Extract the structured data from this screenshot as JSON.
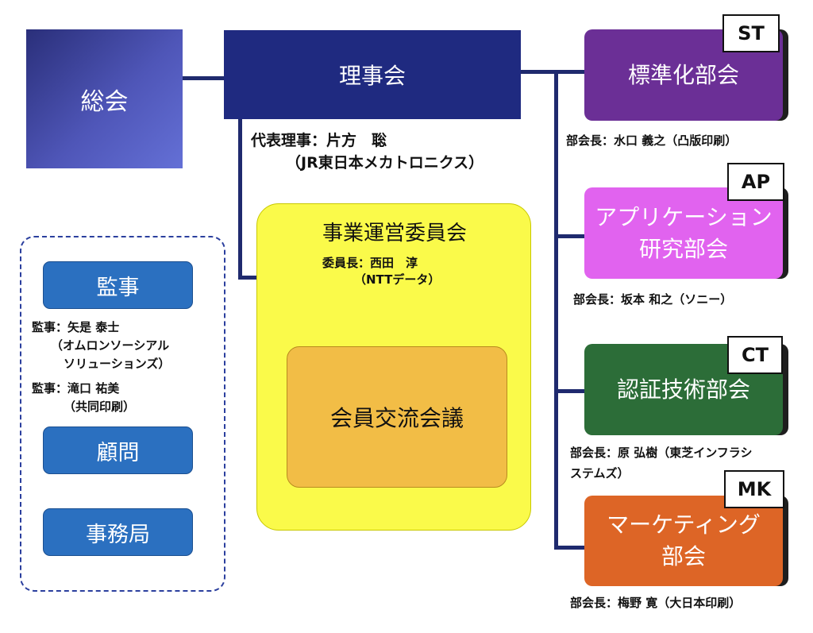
{
  "general_meeting": "総会",
  "board": {
    "label": "理事会",
    "rep_line1": "代表理事：片方　聡",
    "rep_line2": "（JR東日本メカトロニクス）"
  },
  "committee": {
    "title": "事業運営委員会",
    "chair_line1": "委員長：西田　淳",
    "chair_line2": "（NTTデータ）",
    "member_council": "会員交流会議"
  },
  "auxiliary": {
    "auditor_label": "監事",
    "auditor1_line1": "監事：矢是 泰士",
    "auditor1_line2": "（オムロンソーシアル",
    "auditor1_line3": "ソリューションズ）",
    "auditor2_line1": "監事：滝口 祐美",
    "auditor2_line2": "（共同印刷）",
    "advisor_label": "顧問",
    "secretariat_label": "事務局"
  },
  "divisions": [
    {
      "tag": "ST",
      "name_line1": "標準化部会",
      "name_line2": "",
      "color": "#6b2f96",
      "chair_line1": "部会長：水口 義之（凸版印刷）",
      "chair_line2": ""
    },
    {
      "tag": "AP",
      "name_line1": "アプリケーション",
      "name_line2": "研究部会",
      "color": "#e163ef",
      "chair_line1": "部会長：坂本 和之（ソニー）",
      "chair_line2": ""
    },
    {
      "tag": "CT",
      "name_line1": "認証技術部会",
      "name_line2": "",
      "color": "#2c6d38",
      "chair_line1": "部会長：原 弘樹（東芝インフラシ",
      "chair_line2": "ステムズ）"
    },
    {
      "tag": "MK",
      "name_line1": "マーケティング",
      "name_line2": "部会",
      "color": "#dd6526",
      "chair_line1": "部会長：梅野 寛（大日本印刷）",
      "chair_line2": ""
    }
  ]
}
